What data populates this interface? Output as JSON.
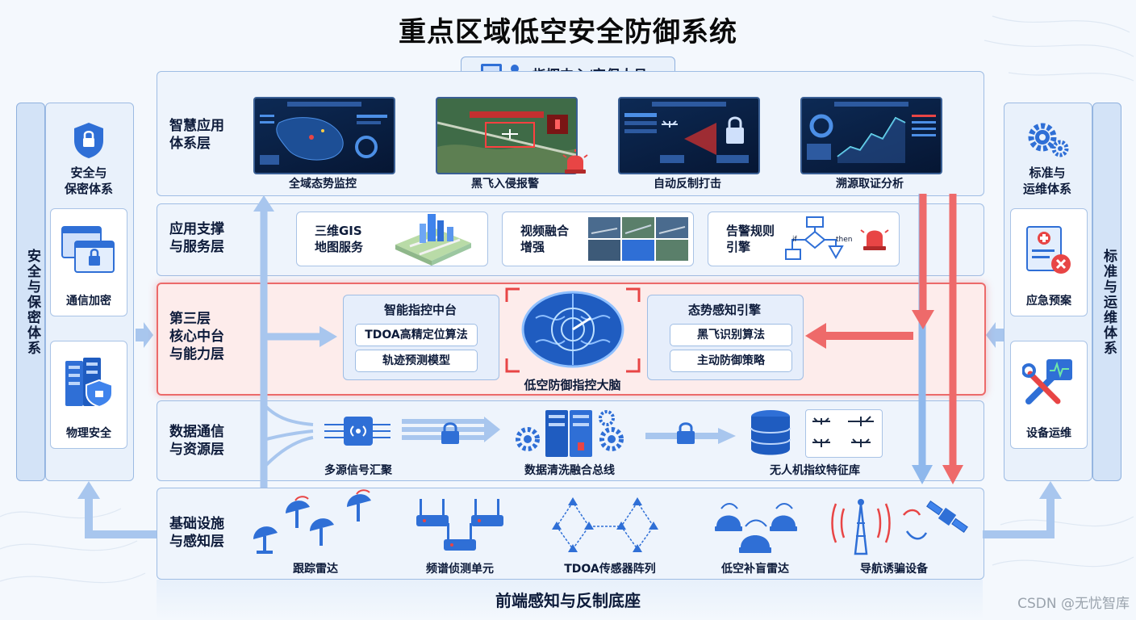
{
  "title": "重点区域低空安全防御系统",
  "command_center": "指挥中心/安保人员",
  "left_system": {
    "strip": "安全与保密体系",
    "heading": "安全与\n保密体系",
    "cards": [
      "通信加密",
      "物理安全"
    ]
  },
  "right_system": {
    "strip": "标准与运维体系",
    "heading": "标准与\n运维体系",
    "cards": [
      "应急预案",
      "设备运维"
    ]
  },
  "layers": {
    "app": {
      "name": "智慧应用\n体系层",
      "items": [
        "全域态势监控",
        "黑飞入侵报警",
        "自动反制打击",
        "溯源取证分析"
      ]
    },
    "support": {
      "name": "应用支撑\n与服务层",
      "items": [
        "三维GIS\n地图服务",
        "视频融合\n增强",
        "告警规则\n引擎"
      ],
      "flow_if": "if",
      "flow_then": "then"
    },
    "core": {
      "name": "第三层\n核心中台\n与能力层",
      "left_title": "智能指控中台",
      "left_items": [
        "TDOA高精定位算法",
        "轨迹预测模型"
      ],
      "center": "低空防御指控大脑",
      "right_title": "态势感知引擎",
      "right_items": [
        "黑飞识别算法",
        "主动防御策略"
      ]
    },
    "data": {
      "name": "数据通信\n与资源层",
      "items": [
        "多源信号汇聚",
        "数据清洗融合总线",
        "无人机指纹特征库"
      ]
    },
    "infra": {
      "name": "基础设施\n与感知层",
      "items": [
        "跟踪雷达",
        "频谱侦测单元",
        "TDOA传感器阵列",
        "低空补盲雷达",
        "导航诱骗设备"
      ]
    }
  },
  "bottom_title": "前端感知与反制底座",
  "watermark": "CSDN @无忧智库",
  "colors": {
    "blue": "#2f6fd6",
    "red": "#e84545",
    "panel": "#eef4fc"
  }
}
